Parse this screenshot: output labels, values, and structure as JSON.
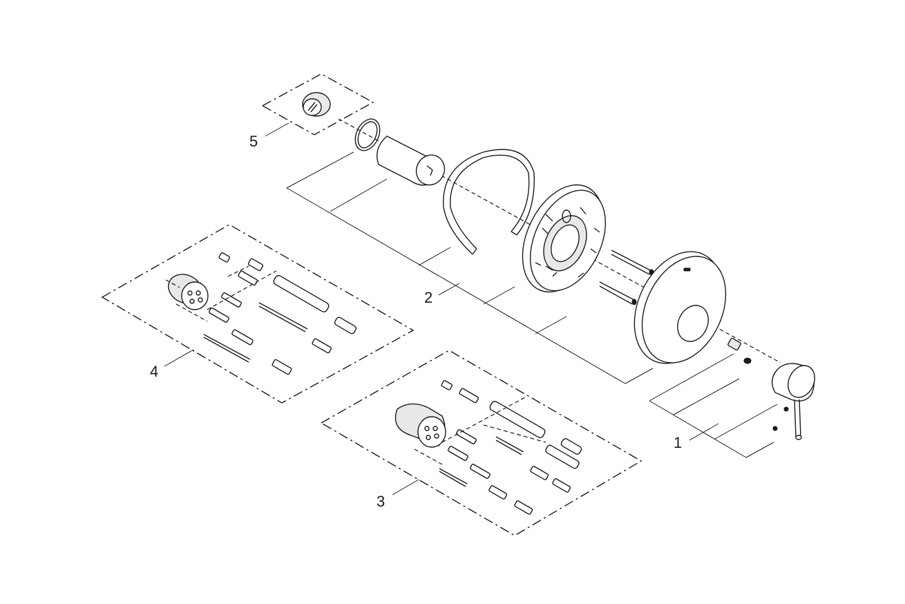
{
  "callouts": {
    "c1": "1",
    "c2": "2",
    "c3": "3",
    "c4": "4",
    "c5": "5"
  },
  "colors": {
    "line": "#1a1a1a",
    "background": "#ffffff",
    "fill_light": "#e8e8e8"
  }
}
